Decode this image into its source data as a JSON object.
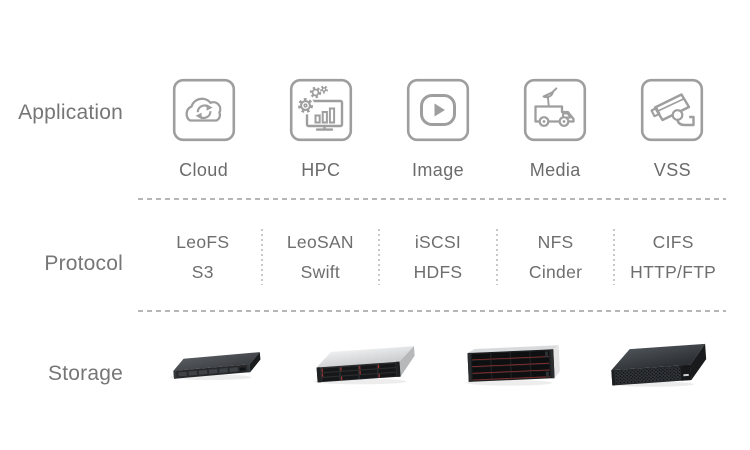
{
  "rows": {
    "application": {
      "label": "Application"
    },
    "protocol": {
      "label": "Protocol"
    },
    "storage": {
      "label": "Storage"
    }
  },
  "application": {
    "columns": [
      {
        "label": "Cloud",
        "icon": "cloud-sync-icon"
      },
      {
        "label": "HPC",
        "icon": "monitor-gears-chart-icon"
      },
      {
        "label": "Image",
        "icon": "video-play-icon"
      },
      {
        "label": "Media",
        "icon": "broadcast-van-icon"
      },
      {
        "label": "VSS",
        "icon": "cctv-camera-icon"
      }
    ]
  },
  "protocol": {
    "columns": [
      {
        "line1": "LeoFS",
        "line2": "S3"
      },
      {
        "line1": "LeoSAN",
        "line2": "Swift"
      },
      {
        "line1": "iSCSI",
        "line2": "HDFS"
      },
      {
        "line1": "NFS",
        "line2": "Cinder"
      },
      {
        "line1": "CIFS",
        "line2": "HTTP/FTP"
      }
    ]
  },
  "storage": {
    "servers": [
      {
        "name": "rack-server-1u"
      },
      {
        "name": "rack-server-2u-drive-bays"
      },
      {
        "name": "storage-array-4u-red-accent"
      },
      {
        "name": "dense-storage-4u-mesh"
      }
    ]
  },
  "colors": {
    "icon_stroke": "#9e9e9e",
    "caption_text": "#6b6b6b",
    "row_label_text": "#767676",
    "dash_line": "#b6b6b6",
    "dotted_divider": "#c9c9c9",
    "server_red_accent": "#a03434"
  }
}
